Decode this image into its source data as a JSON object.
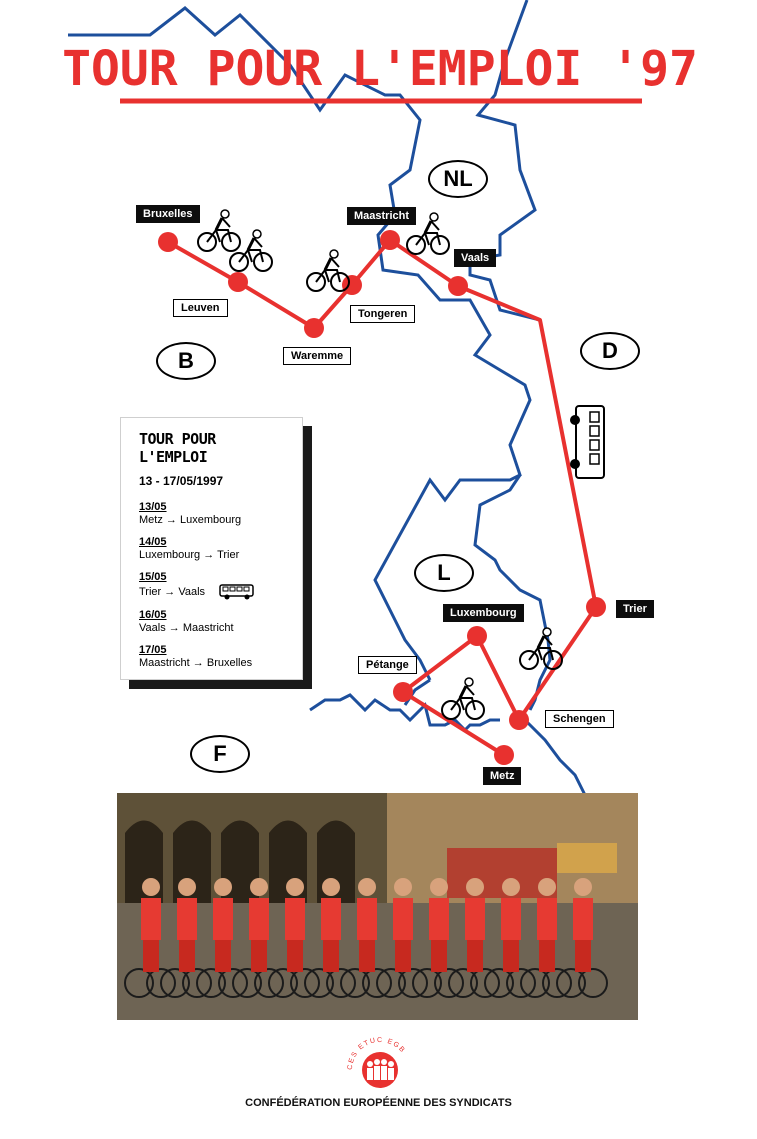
{
  "title": "TOUR POUR L'EMPLOI '97",
  "countries": {
    "nl": "NL",
    "b": "B",
    "d": "D",
    "l": "L",
    "f": "F"
  },
  "cities": {
    "bruxelles": "Bruxelles",
    "leuven": "Leuven",
    "waremme": "Waremme",
    "tongeren": "Tongeren",
    "maastricht": "Maastricht",
    "vaals": "Vaals",
    "trier": "Trier",
    "luxembourg": "Luxembourg",
    "petange": "Pétange",
    "schengen": "Schengen",
    "metz": "Metz"
  },
  "legend": {
    "title": "TOUR POUR L'EMPLOI",
    "date_range": "13 - 17/05/1997",
    "items": [
      {
        "date": "13/05",
        "from": "Metz",
        "to": "Luxembourg",
        "bus": false
      },
      {
        "date": "14/05",
        "from": "Luxembourg",
        "to": "Trier",
        "bus": false
      },
      {
        "date": "15/05",
        "from": "Trier",
        "to": "Vaals",
        "bus": true
      },
      {
        "date": "16/05",
        "from": "Vaals",
        "to": "Maastricht",
        "bus": false
      },
      {
        "date": "17/05",
        "from": "Maastricht",
        "to": "Bruxelles",
        "bus": false
      }
    ]
  },
  "logo": {
    "ring_text": "CES ETUC EGB",
    "icon": "people-group-logo-icon"
  },
  "footer": "CONFÉDÉRATION EUROPÉENNE DES SYNDICATS",
  "colors": {
    "route": "#e8312f",
    "border": "#1d4f9c",
    "title": "#e8312f",
    "label_bg": "#0d0d0d"
  },
  "icons": {
    "cyclist": "cyclist-icon",
    "bus": "bus-icon",
    "arrow": "arrow-right-icon"
  }
}
